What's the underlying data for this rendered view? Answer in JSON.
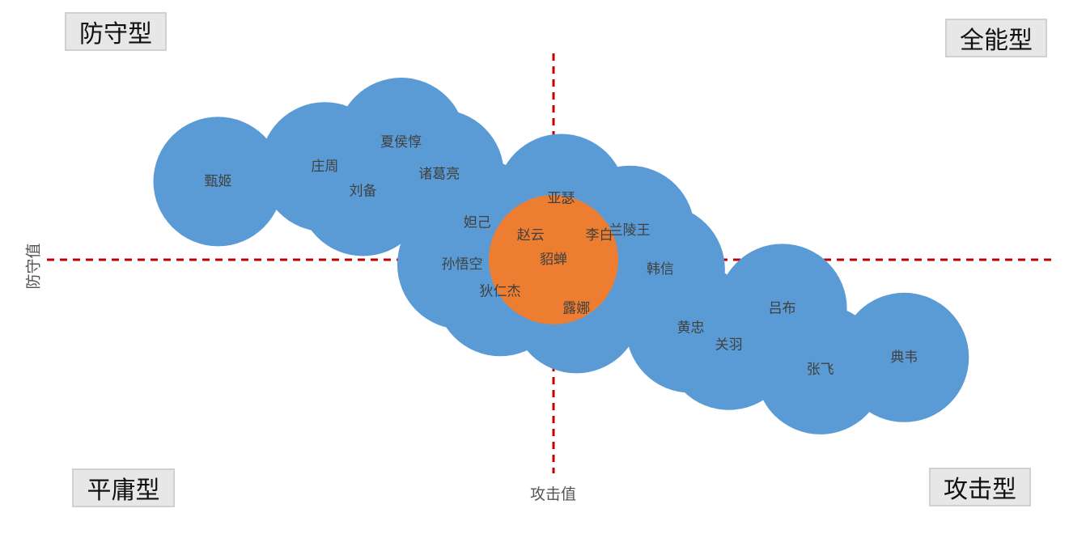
{
  "quadrants": {
    "top_left": "防守型",
    "top_right": "全能型",
    "bottom_left": "平庸型",
    "bottom_right": "攻击型"
  },
  "chart_data": {
    "type": "scatter",
    "xlabel": "攻击值",
    "ylabel": "防守值",
    "xlim": [
      0,
      100
    ],
    "ylim": [
      0,
      100
    ],
    "reference_lines": {
      "x": 50,
      "y": 50
    },
    "grid": false,
    "colors": {
      "bubble": "#5b9bd5",
      "highlight": "#ed7d31",
      "reference_line": "#c00000",
      "label": "#404040"
    },
    "points": [
      {
        "name": "甄姬",
        "x": 6,
        "y": 82,
        "size": 80
      },
      {
        "name": "庄周",
        "x": 20,
        "y": 88,
        "size": 80
      },
      {
        "name": "刘备",
        "x": 25,
        "y": 78,
        "size": 80
      },
      {
        "name": "夏侯惇",
        "x": 30,
        "y": 98,
        "size": 80
      },
      {
        "name": "诸葛亮",
        "x": 35,
        "y": 85,
        "size": 80
      },
      {
        "name": "妲己",
        "x": 40,
        "y": 65,
        "size": 80
      },
      {
        "name": "孙悟空",
        "x": 38,
        "y": 48,
        "size": 80
      },
      {
        "name": "狄仁杰",
        "x": 43,
        "y": 37,
        "size": 80
      },
      {
        "name": "赵云",
        "x": 47,
        "y": 60,
        "size": 80
      },
      {
        "name": "亚瑟",
        "x": 51,
        "y": 75,
        "size": 80
      },
      {
        "name": "兰陵王",
        "x": 60,
        "y": 62,
        "size": 80
      },
      {
        "name": "李白",
        "x": 56,
        "y": 60,
        "size": 80
      },
      {
        "name": "露娜",
        "x": 53,
        "y": 30,
        "size": 80
      },
      {
        "name": "韩信",
        "x": 64,
        "y": 46,
        "size": 80
      },
      {
        "name": "黄忠",
        "x": 68,
        "y": 22,
        "size": 80
      },
      {
        "name": "关羽",
        "x": 73,
        "y": 15,
        "size": 80
      },
      {
        "name": "吕布",
        "x": 80,
        "y": 30,
        "size": 80
      },
      {
        "name": "张飞",
        "x": 85,
        "y": 5,
        "size": 80
      },
      {
        "name": "典韦",
        "x": 96,
        "y": 10,
        "size": 80
      },
      {
        "name": "貂蝉",
        "x": 50,
        "y": 50,
        "size": 80,
        "highlight": true
      }
    ]
  }
}
